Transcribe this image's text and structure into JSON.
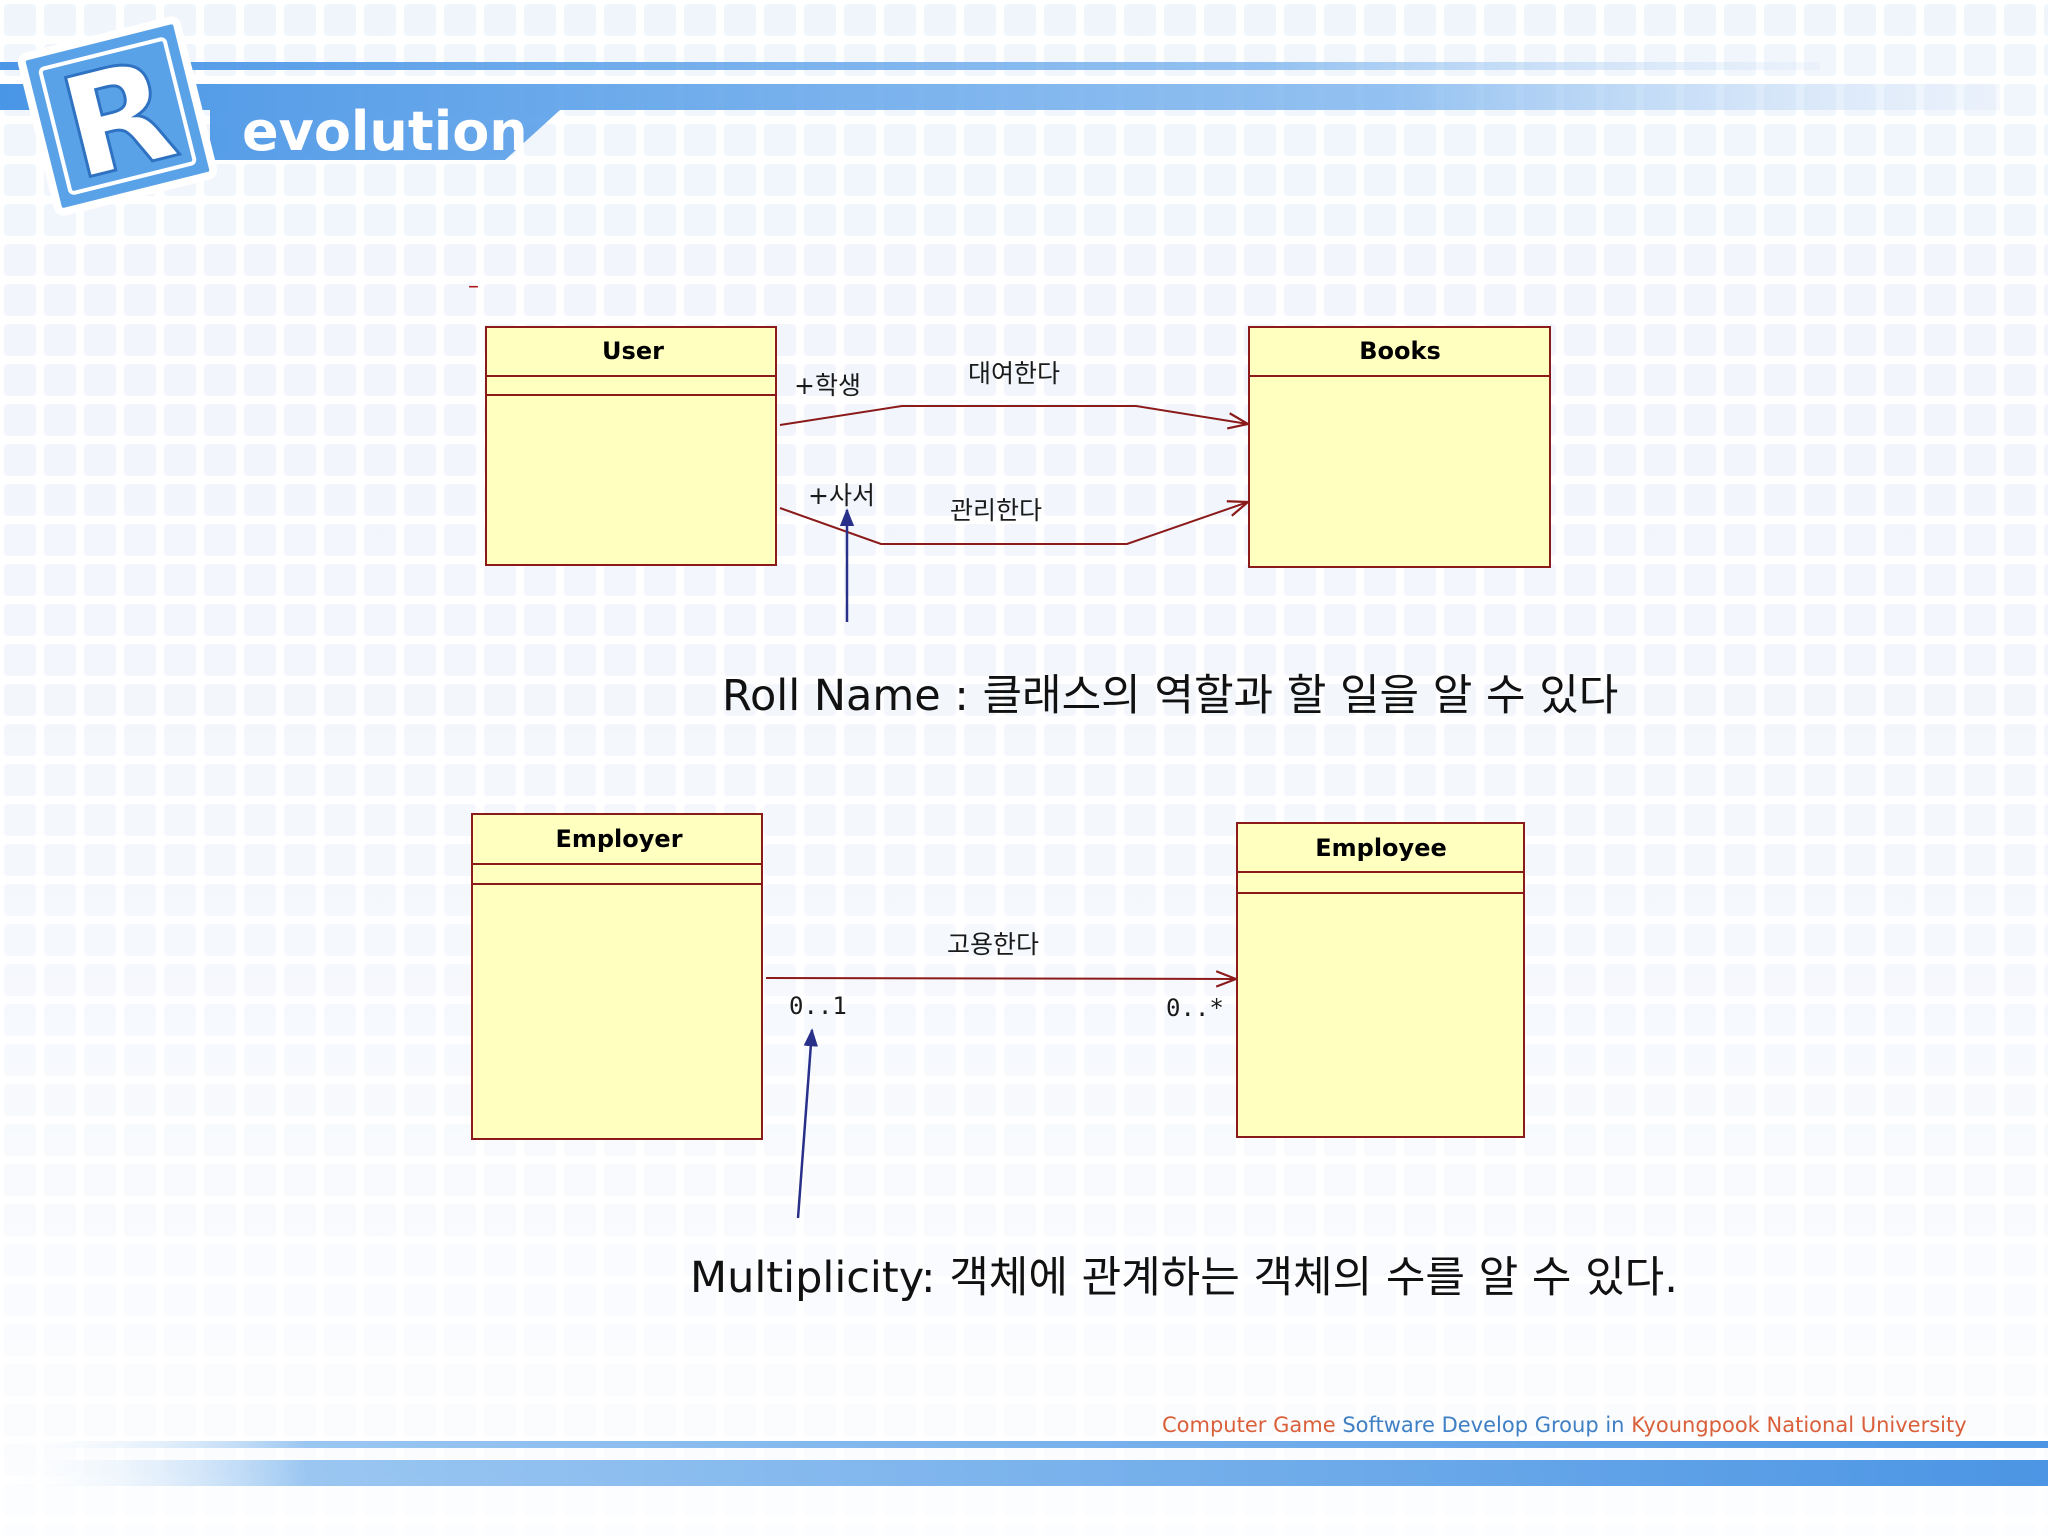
{
  "header": {
    "logo_letter": "R",
    "brand_text": "evolution"
  },
  "slide_marker": "–",
  "diagram1": {
    "class_a": "User",
    "class_b": "Books",
    "assoc_top_label": "대여한다",
    "assoc_bottom_label": "관리한다",
    "role_top": "+학생",
    "role_bottom": "+사서",
    "caption": "Roll Name : 클래스의 역할과 할 일을 알 수 있다"
  },
  "diagram2": {
    "class_a": "Employer",
    "class_b": "Employee",
    "assoc_label": "고용한다",
    "mult_a": "0..1",
    "mult_b": "0..*",
    "caption": "Multiplicity:  객체에 관계하는 객체의 수를 알 수 있다."
  },
  "footer": {
    "w1": "Computer",
    "w2": "Game",
    "w3": "Software",
    "w4": "Develop",
    "w5": "Group",
    "w6": "in",
    "w7": "Kyoungpook",
    "w8": "National",
    "w9": "University"
  },
  "colors": {
    "class_fill": "#ffffc0",
    "class_border": "#8b1a1a",
    "association": "#8b1a1a",
    "pointer_arrow": "#28308a",
    "brand_blue": "#5aa2e8",
    "footer_accent": "#d9603a",
    "footer_blue": "#3f7fc4"
  }
}
